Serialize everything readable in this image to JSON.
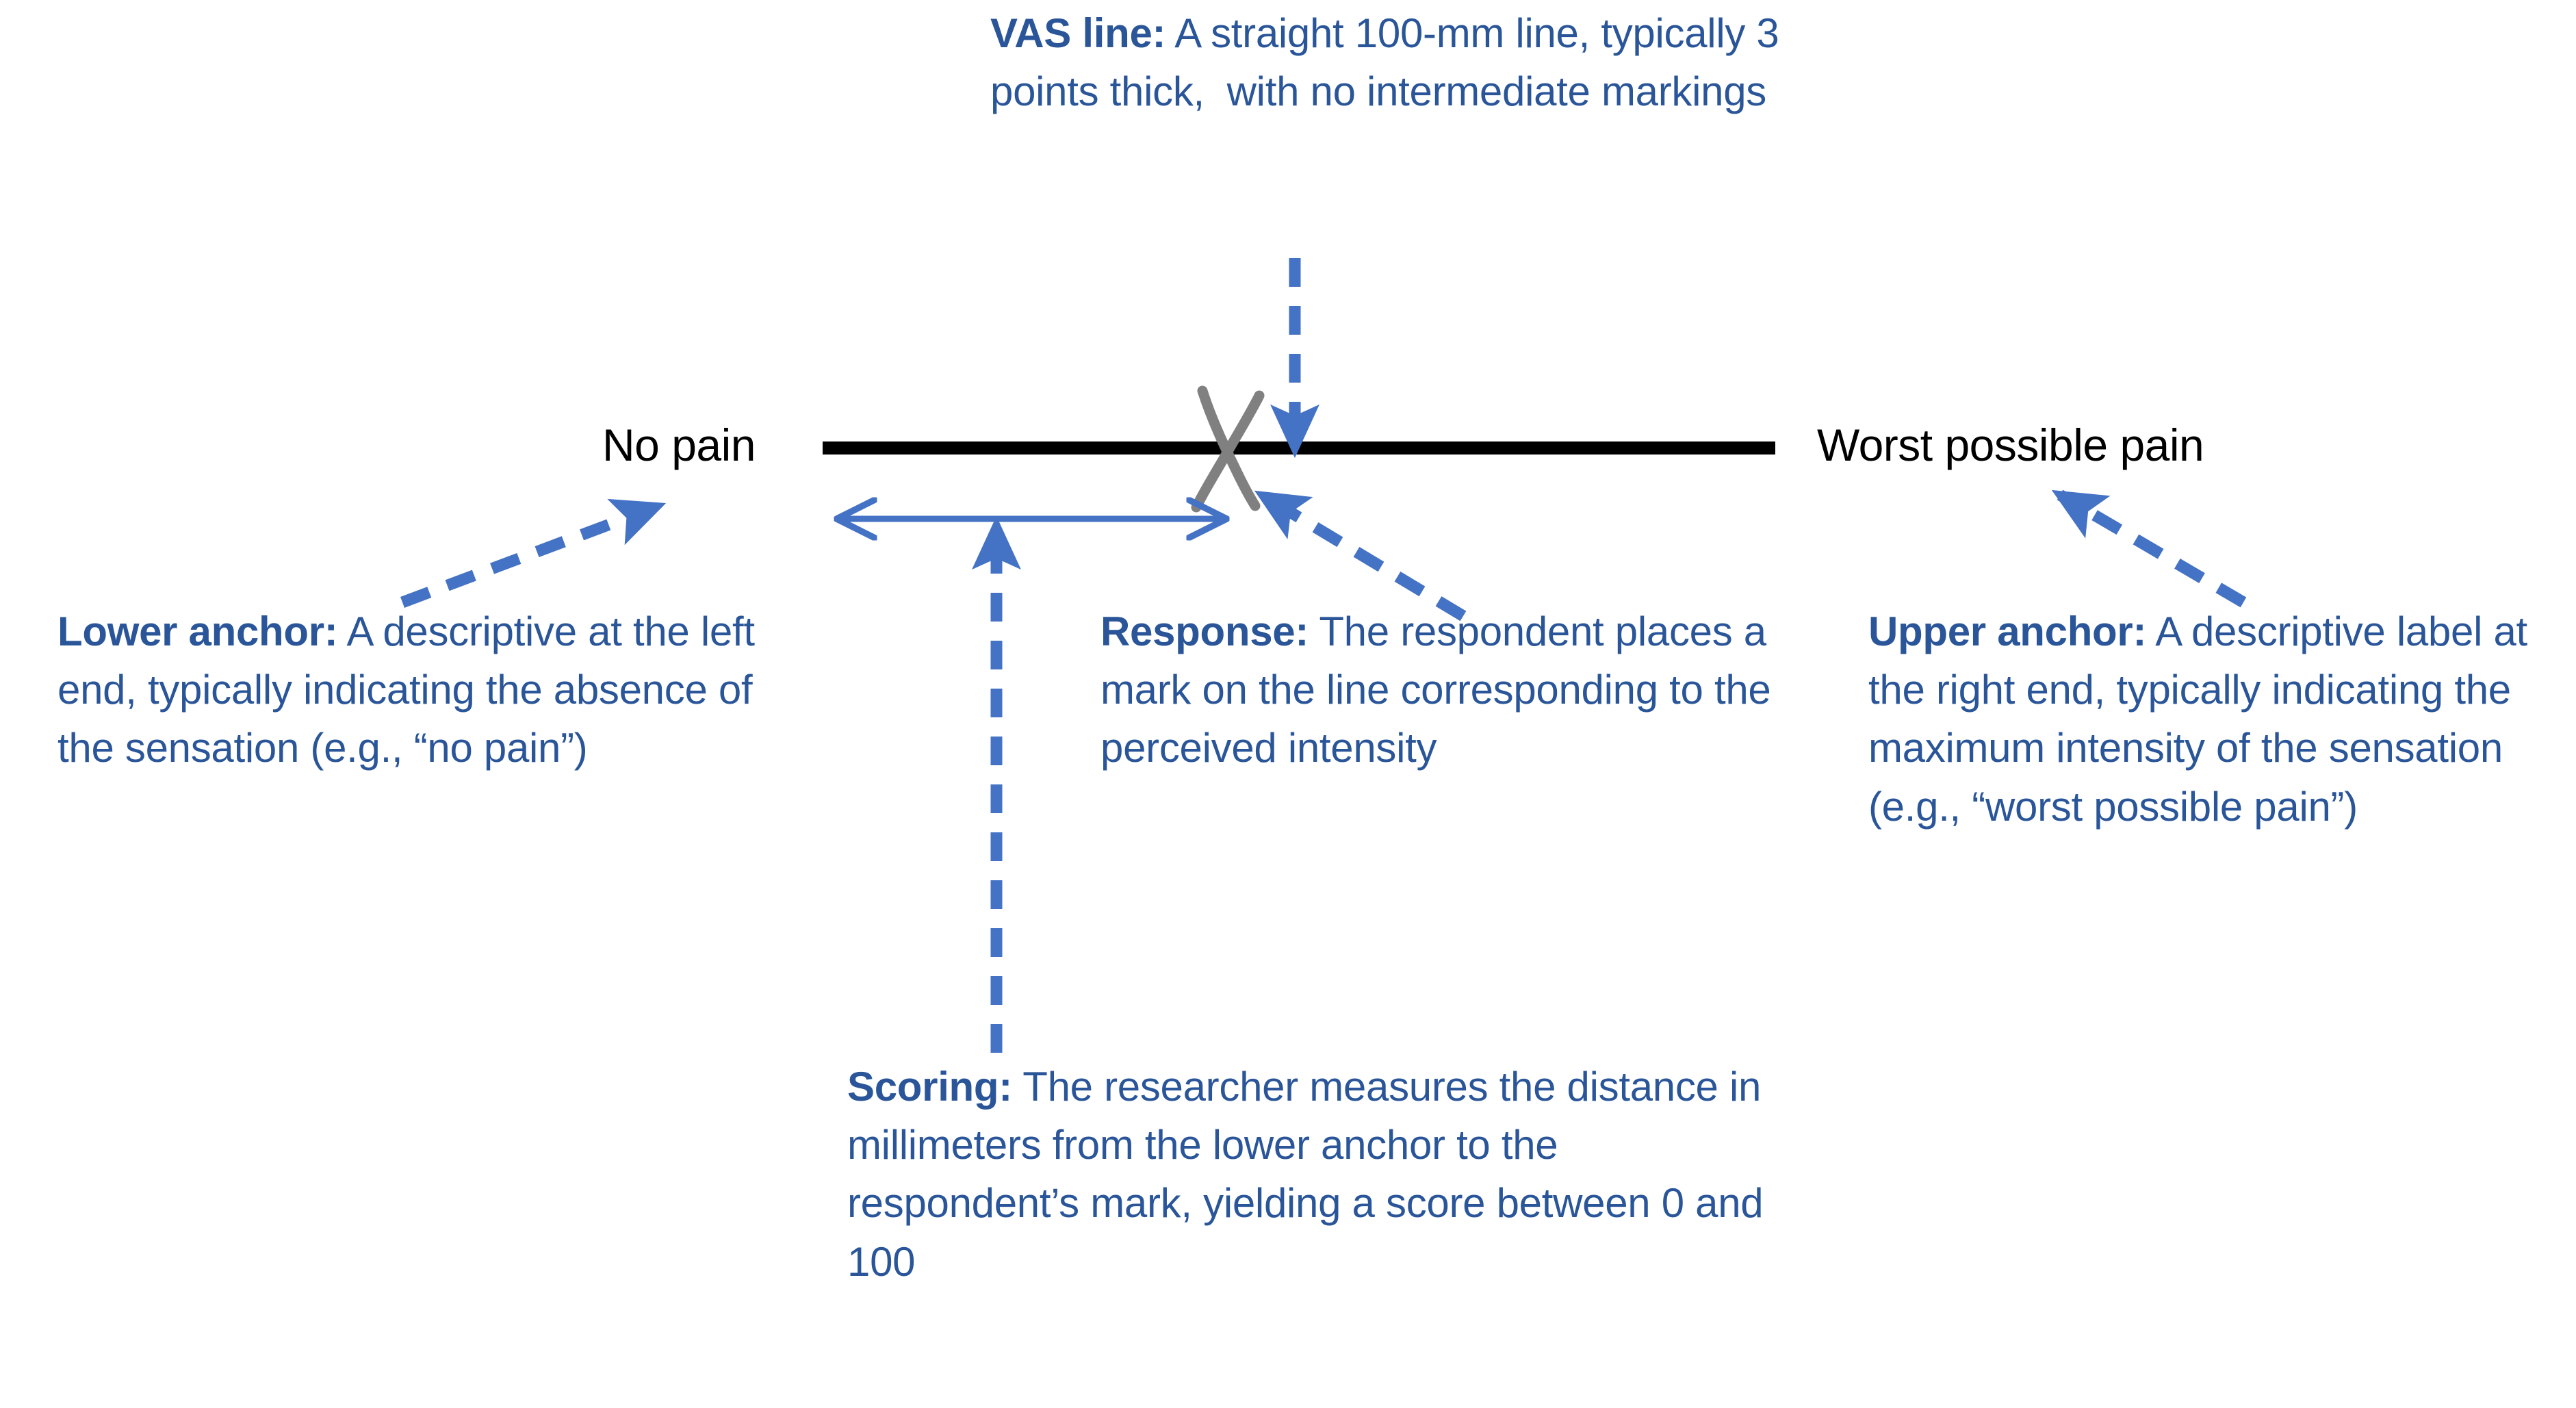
{
  "diagram": {
    "title": "Visual Analogue Scale (VAS) annotated diagram",
    "background_color": "#ffffff",
    "text_color": "#2a5699",
    "arrow_color": "#4472c4",
    "line_color": "#000000",
    "mark_color": "#808080"
  },
  "scale": {
    "lower_anchor_label": "No pain",
    "upper_anchor_label": "Worst possible pain",
    "line_length_mm": 100,
    "line_thickness_points": 3,
    "score_range": [
      0,
      100
    ],
    "respondent_mark_glyph": "X",
    "respondent_mark_position_fraction": 0.425
  },
  "callouts": {
    "vas_line": {
      "lead": "VAS line:",
      "body": " A straight 100-mm line, typically 3 points thick,  with no intermediate markings"
    },
    "lower_anchor": {
      "lead": "Lower anchor:",
      "body": " A descriptive at the left end, typically indicating the absence of the sensation (e.g., “no pain”)"
    },
    "response": {
      "lead": "Response:",
      "body": " The respondent places a mark on the line corresponding to the perceived intensity"
    },
    "upper_anchor": {
      "lead": "Upper anchor:",
      "body": " A descriptive label at the right end, typically indicating the maximum intensity of the sensation (e.g., “worst possible pain”)"
    },
    "scoring": {
      "lead": "Scoring:",
      "body": " The researcher measures the distance in millimeters from the lower anchor to the respondent’s mark, yielding a score between 0 and 100"
    }
  },
  "icons": {
    "vas_line_pointer": "dashed-down-arrow-icon",
    "lower_anchor_pointer": "dashed-up-right-arrow-icon",
    "response_pointer": "dashed-up-left-arrow-icon",
    "upper_anchor_pointer": "dashed-up-left-arrow-icon",
    "scoring_pointer": "dashed-up-arrow-icon",
    "measure_span": "double-headed-measure-arrow-icon",
    "respondent_mark": "x-mark-icon"
  }
}
